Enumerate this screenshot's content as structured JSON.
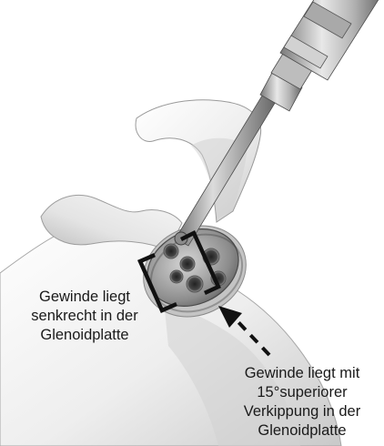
{
  "callouts": {
    "left": {
      "lines": [
        "Gewinde liegt",
        "senkrecht in der",
        "Glenoidplatte"
      ]
    },
    "right": {
      "lines": [
        "Gewinde liegt mit",
        "15°superiorer",
        "Verkippung in der",
        "Glenoidplatte"
      ]
    }
  },
  "colors": {
    "bone_light": "#f4f4f4",
    "bone_shadow": "#bdbdbd",
    "instrument_metal": "#9a9a9a",
    "bracket": "#111111",
    "arrow": "#111111",
    "text": "#1a1a1a"
  }
}
